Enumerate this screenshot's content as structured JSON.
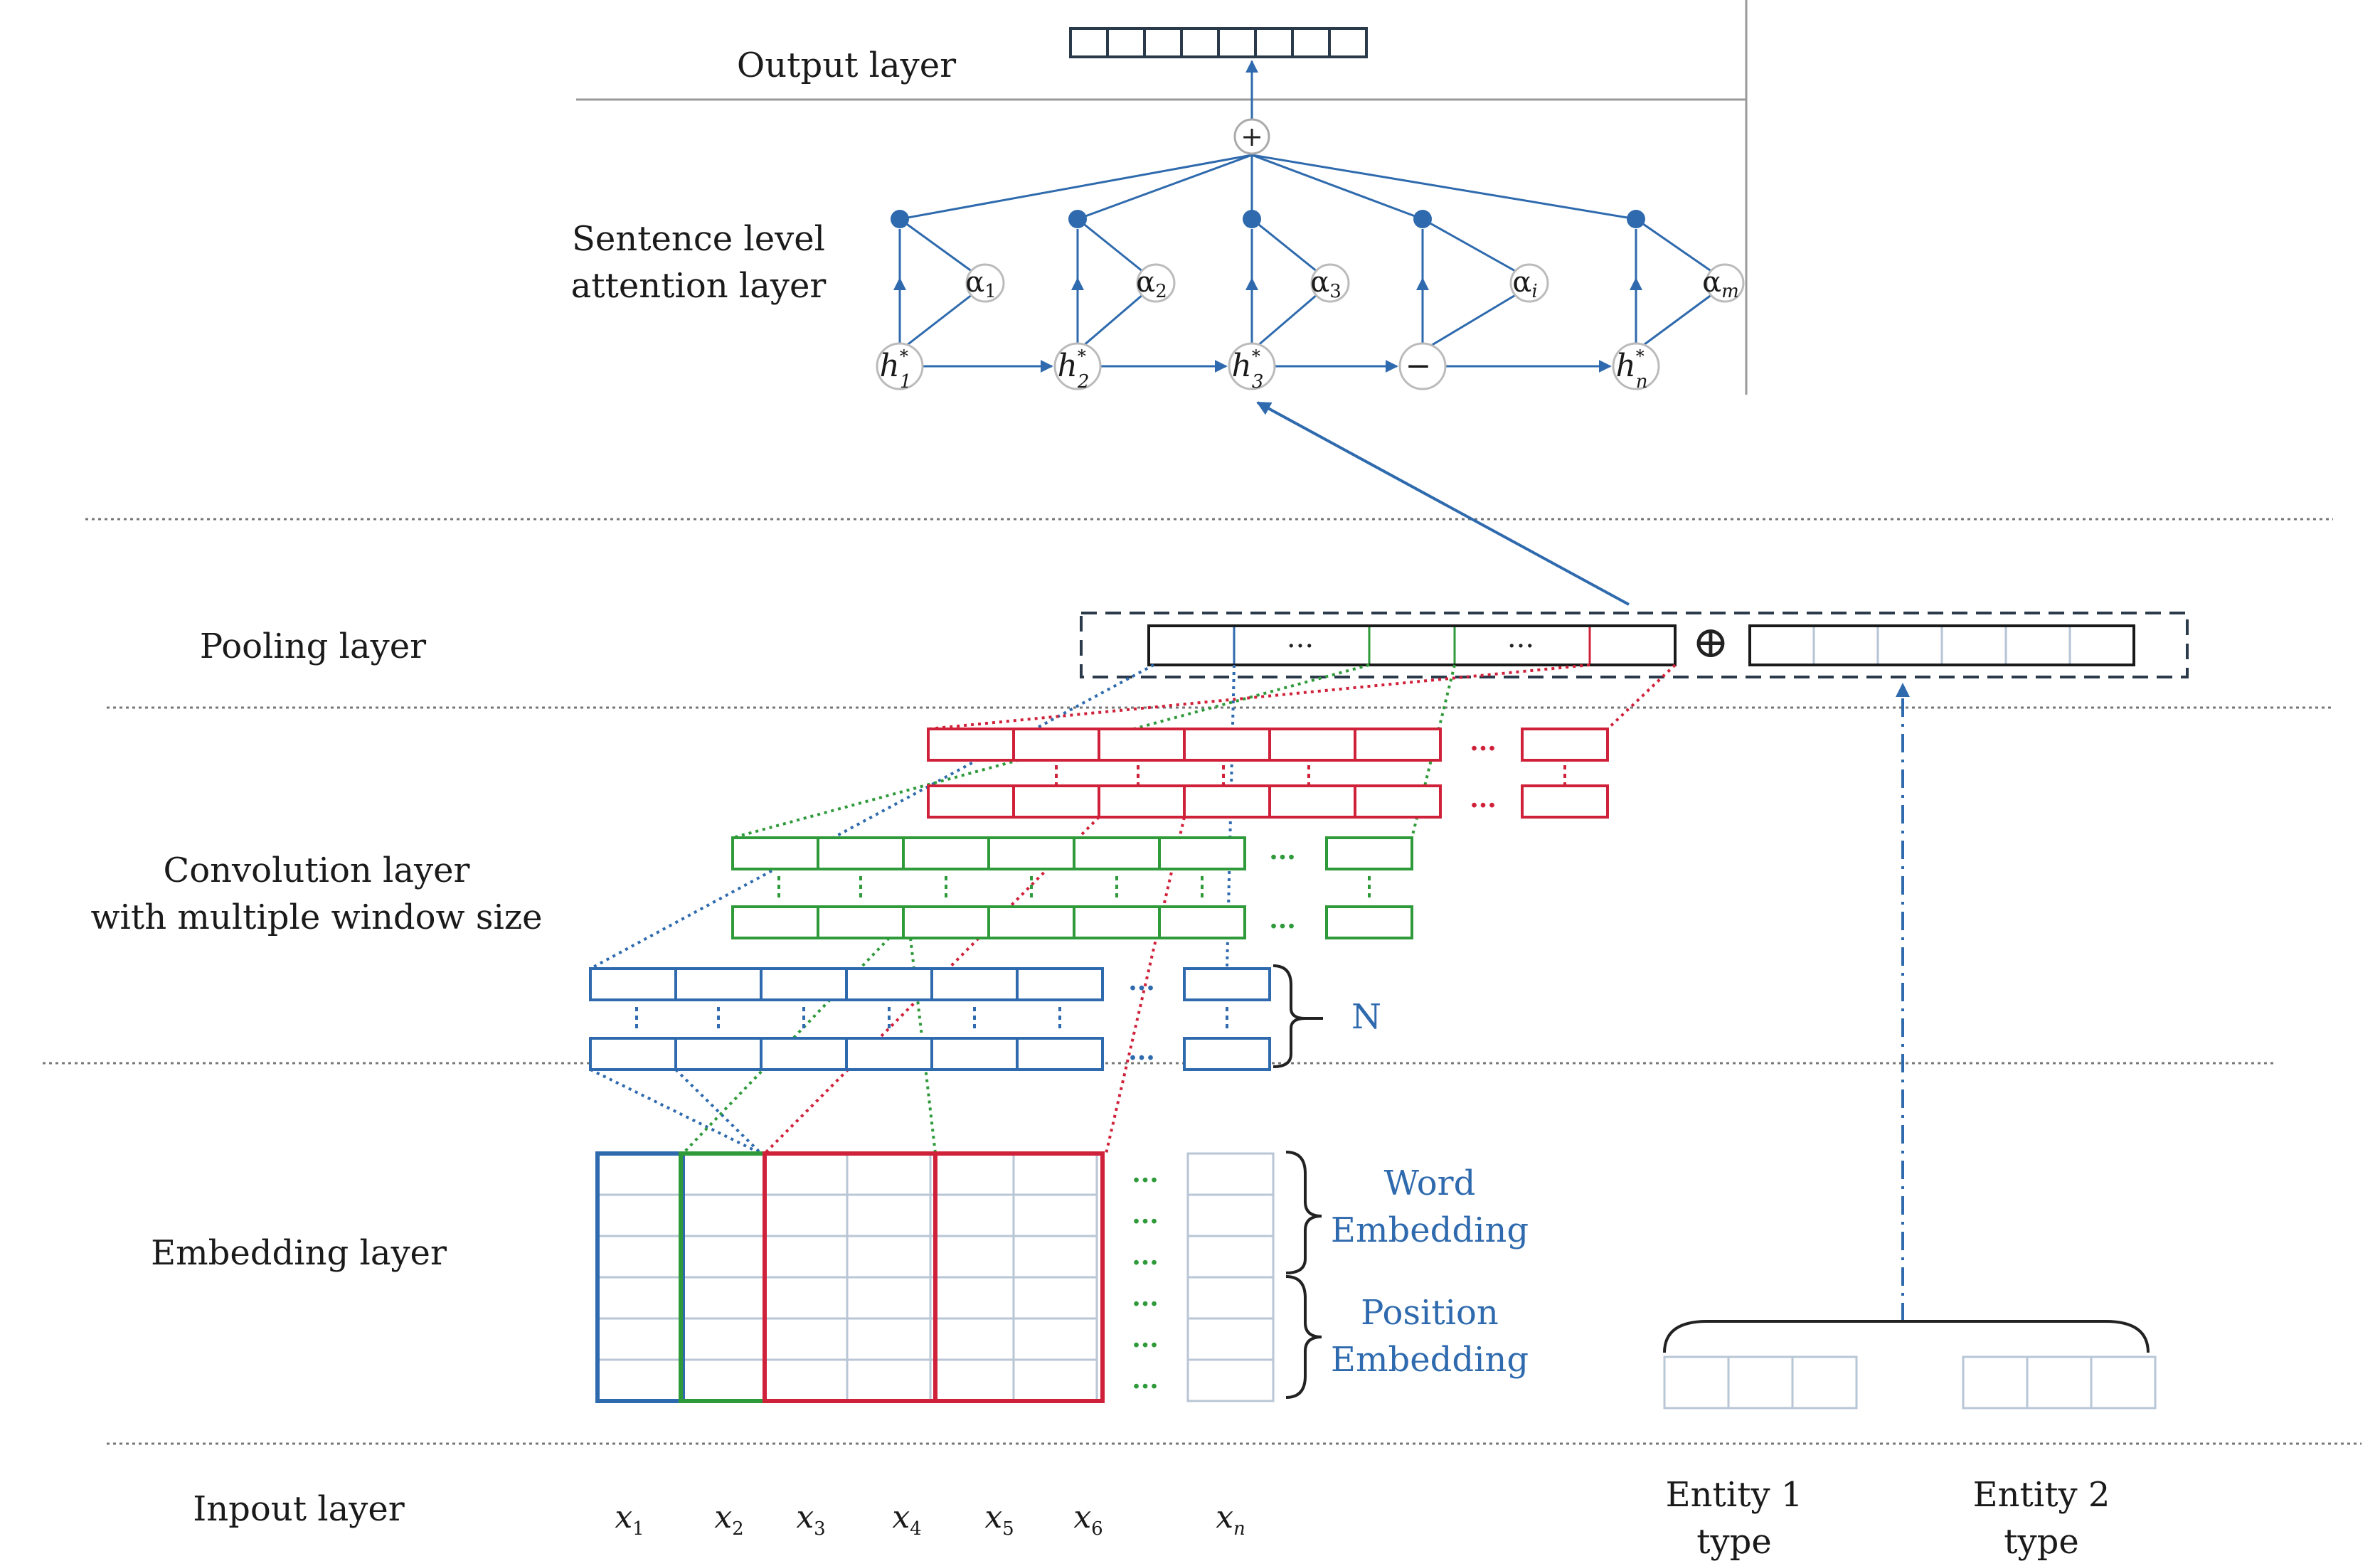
{
  "layers": {
    "output": "Output layer",
    "attention_line1": "Sentence level",
    "attention_line2": "attention layer",
    "pooling": "Pooling layer",
    "convolution_line1": "Convolution layer",
    "convolution_line2": "with multiple window size",
    "embedding": "Embedding layer",
    "input": "Inpout layer"
  },
  "attention": {
    "sum_symbol": "+",
    "alphas": [
      {
        "base": "α",
        "sub": "1"
      },
      {
        "base": "α",
        "sub": "2"
      },
      {
        "base": "α",
        "sub": "3"
      },
      {
        "base": "α",
        "sub": "i"
      },
      {
        "base": "α",
        "sub": "m"
      }
    ],
    "hidden": [
      {
        "base": "h",
        "sup": "*",
        "sub": "1"
      },
      {
        "base": "h",
        "sup": "*",
        "sub": "2"
      },
      {
        "base": "h",
        "sup": "*",
        "sub": "3"
      },
      {
        "base": "−",
        "sup": "",
        "sub": ""
      },
      {
        "base": "h",
        "sup": "*",
        "sub": "n"
      }
    ]
  },
  "pooling": {
    "ellipsis": "...",
    "concat_symbol": "⊕"
  },
  "convolution": {
    "ellipsis": "...",
    "n_label": "N"
  },
  "embedding": {
    "word_line1": "Word",
    "word_line2": "Embedding",
    "position_line1": "Position",
    "position_line2": "Embedding",
    "ellipsis": "..."
  },
  "inputs": [
    {
      "base": "x",
      "sub": "1"
    },
    {
      "base": "x",
      "sub": "2"
    },
    {
      "base": "x",
      "sub": "3"
    },
    {
      "base": "x",
      "sub": "4"
    },
    {
      "base": "x",
      "sub": "5"
    },
    {
      "base": "x",
      "sub": "6"
    },
    {
      "base": "x",
      "sub": "n"
    }
  ],
  "entities": {
    "entity1_line1": "Entity 1",
    "entity1_line2": "type",
    "entity2_line1": "Entity 2",
    "entity2_line2": "type"
  },
  "colors": {
    "blue": "#2e6aad",
    "green": "#2f9a3a",
    "red": "#d0213a",
    "dark": "#2b3a4a",
    "gray": "#9a9a9a"
  }
}
